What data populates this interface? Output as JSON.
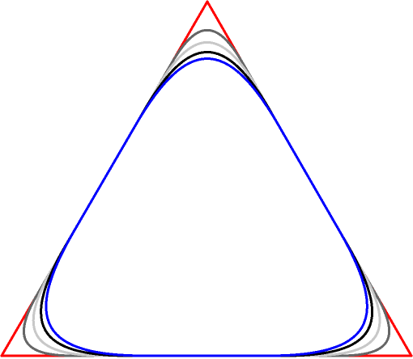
{
  "diagram": {
    "background": "#ffffff",
    "shapes": [
      {
        "name": "outer-triangle",
        "kind": "triangle",
        "color": "#ff0000"
      },
      {
        "name": "rounded-triangle-dark-gray",
        "kind": "rounded-triangle",
        "color": "#666666",
        "corner_rounding": 0.35
      },
      {
        "name": "rounded-triangle-light-gray",
        "kind": "rounded-triangle",
        "color": "#c8c8c8",
        "corner_rounding": 0.5
      },
      {
        "name": "rounded-triangle-black",
        "kind": "rounded-triangle",
        "color": "#000000",
        "corner_rounding": 0.62
      },
      {
        "name": "rounded-triangle-blue",
        "kind": "rounded-triangle",
        "color": "#0000ff",
        "corner_rounding": 0.7
      }
    ]
  }
}
